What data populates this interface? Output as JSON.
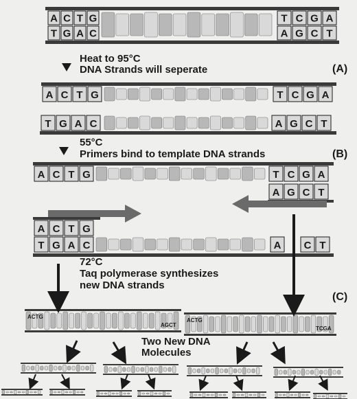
{
  "strands": {
    "top_left": [
      "A",
      "C",
      "T",
      "G"
    ],
    "top_right": [
      "T",
      "C",
      "G",
      "A"
    ],
    "bottom_left": [
      "T",
      "G",
      "A",
      "C"
    ],
    "bottom_right": [
      "A",
      "G",
      "C",
      "T"
    ],
    "primer_tail": [
      "C",
      "T"
    ],
    "primer_single": "A"
  },
  "steps": [
    {
      "line1": "Heat to 95°C",
      "line2": "DNA Strands will seperate",
      "tag": "(A)"
    },
    {
      "line1": "55°C",
      "line2": "Primers bind to template DNA strands",
      "tag": "(B)"
    },
    {
      "line1": "72°C",
      "line2": "Taq polymerase synthesizes",
      "line3": "new DNA strands",
      "tag": "(C)"
    }
  ],
  "result": {
    "line1": "Two New DNA",
    "line2": "Molecules"
  },
  "colors": {
    "backbone": "#3a3a3a",
    "tile": "#d9d9d9",
    "tile_dark": "#b8b8b8",
    "ink": "#1a1a1a",
    "arrow": "#555555"
  }
}
